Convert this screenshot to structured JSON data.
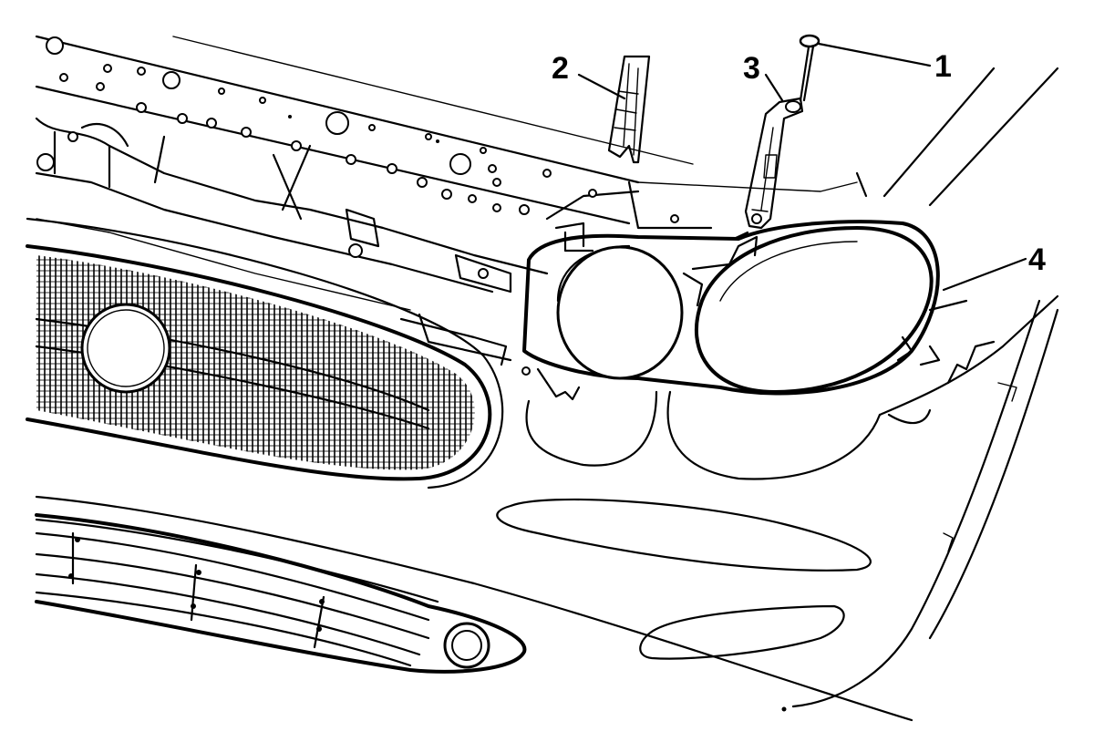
{
  "figure": {
    "callouts": [
      {
        "id": "1",
        "label": "1"
      },
      {
        "id": "2",
        "label": "2"
      },
      {
        "id": "3",
        "label": "3"
      },
      {
        "id": "4",
        "label": "4"
      }
    ],
    "colors": {
      "ink": "#000000",
      "paper": "#ffffff"
    }
  }
}
